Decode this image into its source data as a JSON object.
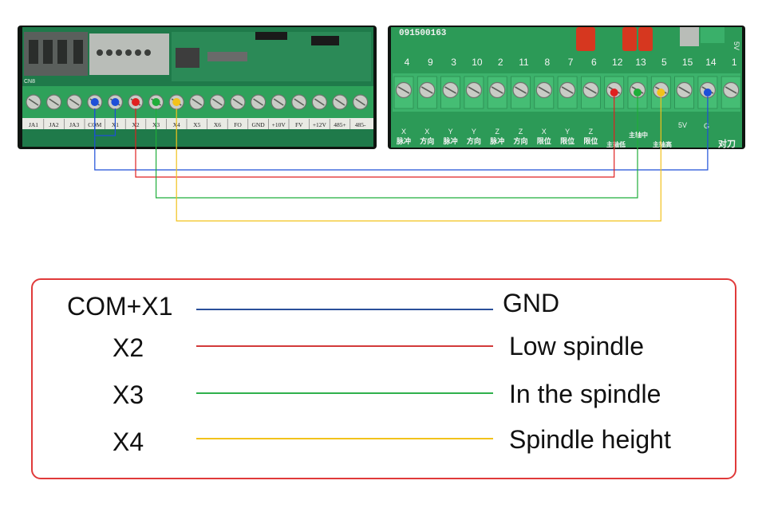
{
  "boards": {
    "left": {
      "header_label": "CN8",
      "terminals": [
        "JA1",
        "JA2",
        "JA3",
        "COM",
        "X1",
        "X2",
        "X3",
        "X4",
        "X5",
        "X6",
        "FO",
        "GND",
        "+10V",
        "FV",
        "+12V",
        "485+",
        "485-"
      ]
    },
    "right": {
      "serial": "091500163",
      "corner_label": "5V",
      "top_numbers": [
        "4",
        "9",
        "3",
        "10",
        "2",
        "11",
        "8",
        "7",
        "6",
        "12",
        "13",
        "5",
        "15",
        "14",
        "1"
      ],
      "bottom_labels": [
        {
          "top": "X",
          "bottom": "脉冲"
        },
        {
          "top": "X",
          "bottom": "方向"
        },
        {
          "top": "Y",
          "bottom": "脉冲"
        },
        {
          "top": "Y",
          "bottom": "方向"
        },
        {
          "top": "Z",
          "bottom": "脉冲"
        },
        {
          "top": "Z",
          "bottom": "方向"
        },
        {
          "top": "X",
          "bottom": "限位"
        },
        {
          "top": "Y",
          "bottom": "限位"
        },
        {
          "top": "Z",
          "bottom": "限位"
        }
      ],
      "spindle_low": "主轴低",
      "spindle_mid": "主轴中",
      "spindle_high": "主轴高",
      "label_5v": "5V",
      "label_g": "G",
      "tool_setting": "对刀"
    }
  },
  "wire_colors": {
    "blue": "#1d4fd8",
    "red": "#e02020",
    "green": "#1fae3a",
    "yellow": "#f2c21b"
  },
  "legend": {
    "rows": [
      {
        "left": "COM+X1",
        "right": "GND",
        "color": "#2a4f9a"
      },
      {
        "left": "X2",
        "right": "Low spindle",
        "color": "#d23a3a"
      },
      {
        "left": "X3",
        "right": "In the spindle",
        "color": "#2fb04c"
      },
      {
        "left": "X4",
        "right": "Spindle height",
        "color": "#f2c21b"
      }
    ]
  }
}
